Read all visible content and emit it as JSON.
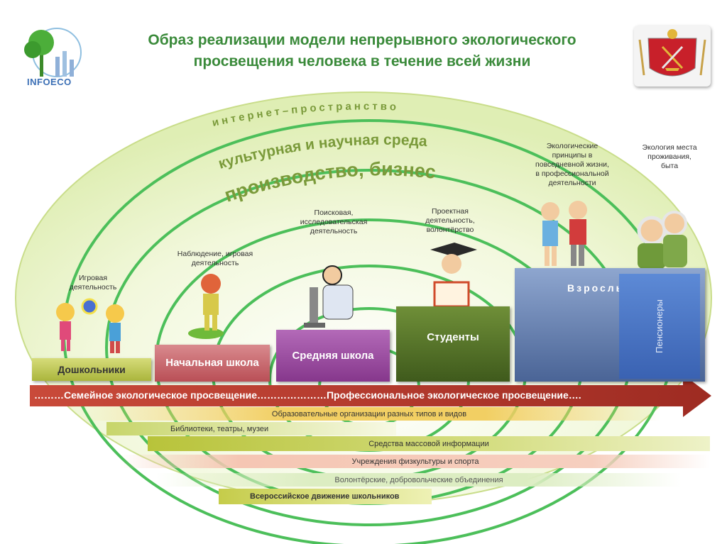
{
  "header": {
    "title_line1": "Образ реализации модели непрерывного экологического",
    "title_line2": "просвещения человека в течение всей жизни",
    "logo_left_text": "INFOECO"
  },
  "arcs": {
    "outer": "интернет–пространство",
    "middle": "культурная и научная среда",
    "inner": "производство, бизнес"
  },
  "captions": {
    "preschool": [
      "Игровая",
      "деятельность"
    ],
    "primary": [
      "Наблюдение, игровая",
      "деятельность"
    ],
    "secondary": [
      "Поисковая,",
      "исследовательская",
      "деятельность"
    ],
    "students": [
      "Проектная",
      "деятельность,",
      "волонтёрство"
    ],
    "adults": [
      "Экологические",
      "принципы в",
      "повседневной жизни,",
      "в профессиональной",
      "деятельности"
    ],
    "pensioners": [
      "Экология места",
      "проживания,",
      "быта"
    ]
  },
  "stages": {
    "preschool": "Дошкольники",
    "primary": "Начальная школа",
    "secondary": "Средняя школа",
    "students": "Студенты",
    "adults": "Взрослые",
    "pensioners": "Пенсионеры"
  },
  "arrow_text": "………Семейное экологическое просвещение…………………Профессиональное экологическое просвещение….",
  "bands": [
    "Образовательные организации разных типов и видов",
    "Библиотеки, театры, музеи",
    "Средства массовой информации",
    "Учреждения физкультуры и спорта",
    "Волонтёрские, добровольческие объединения",
    "Всероссийское движение школьников"
  ],
  "colors": {
    "title": "#3a8a3a",
    "arc_stroke": "#4cbf5a",
    "preschool": "#b9c24a",
    "primary": "#c8646a",
    "secondary": "#9c4fa4",
    "students": "#5b7a2c",
    "adults": "#5b7cb0",
    "pensioners": "#4a76c4",
    "arrow": "#b33a2e"
  }
}
